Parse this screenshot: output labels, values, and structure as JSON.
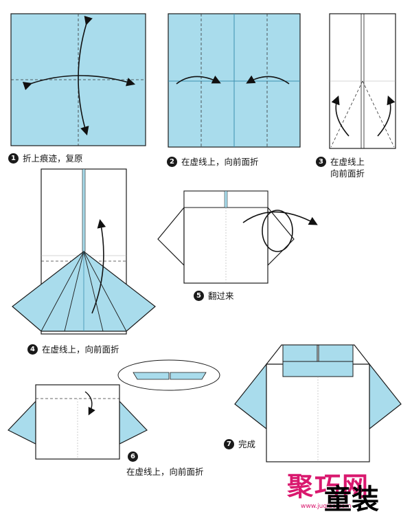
{
  "steps": [
    {
      "num": "1",
      "text": "折上痕迹，复原"
    },
    {
      "num": "2",
      "text": "在虚线上，向前面折"
    },
    {
      "num": "3",
      "text": "在虚线上\n向前面折"
    },
    {
      "num": "4",
      "text": "在虚线上，向前面折"
    },
    {
      "num": "5",
      "text": "翻过来"
    },
    {
      "num": "6",
      "text": "在虚线上，向前面折"
    },
    {
      "num": "7",
      "text": "完成"
    }
  ],
  "title": "童装",
  "watermark": {
    "brand": "聚巧网",
    "url": "www.juqiao.com"
  },
  "colors": {
    "paper_blue": "#a9dcec",
    "stroke": "#1a1a1a",
    "crease": "#3a8fb0"
  }
}
